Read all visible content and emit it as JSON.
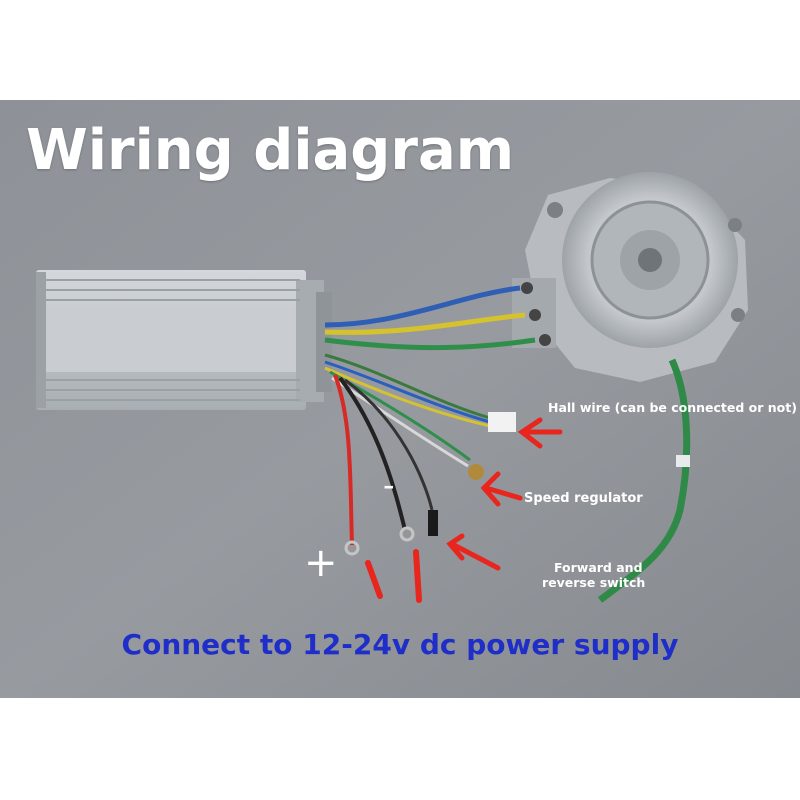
{
  "title": "Wiring diagram",
  "labels": {
    "hall": "Hall wire (can be connected or not)",
    "speed": "Speed regulator",
    "fwd_line1": "Forward and",
    "fwd_line2": "reverse switch",
    "plus": "+",
    "minus": "-"
  },
  "footer": "Connect to 12-24v dc power supply",
  "colors": {
    "background": "#8d9196",
    "footer_text": "#1f2ec8",
    "arrow": "#e8261e",
    "label_text": "#ffffff"
  }
}
